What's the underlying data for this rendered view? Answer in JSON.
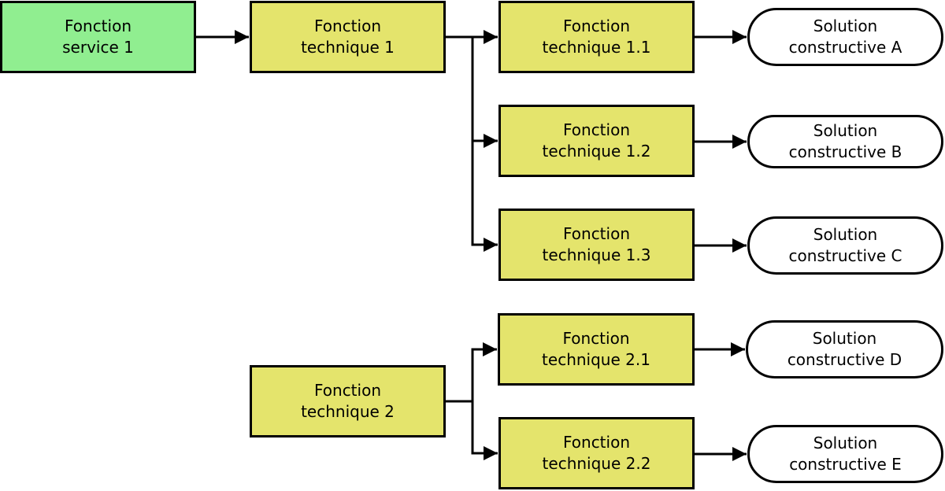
{
  "colors": {
    "service_fill": "#90ee90",
    "technique_fill": "#e4e46c",
    "solution_fill": "#ffffff",
    "stroke": "#000000"
  },
  "nodes": {
    "fs1": {
      "line1": "Fonction",
      "line2": "service 1"
    },
    "ft1": {
      "line1": "Fonction",
      "line2": "technique 1"
    },
    "ft11": {
      "line1": "Fonction",
      "line2": "technique 1.1"
    },
    "ft12": {
      "line1": "Fonction",
      "line2": "technique 1.2"
    },
    "ft13": {
      "line1": "Fonction",
      "line2": "technique 1.3"
    },
    "ft2": {
      "line1": "Fonction",
      "line2": "technique 2"
    },
    "ft21": {
      "line1": "Fonction",
      "line2": "technique 2.1"
    },
    "ft22": {
      "line1": "Fonction",
      "line2": "technique 2.2"
    },
    "sa": {
      "line1": "Solution",
      "line2": "constructive A"
    },
    "sb": {
      "line1": "Solution",
      "line2": "constructive B"
    },
    "sc": {
      "line1": "Solution",
      "line2": "constructive C"
    },
    "sd": {
      "line1": "Solution",
      "line2": "constructive D"
    },
    "se": {
      "line1": "Solution",
      "line2": "constructive E"
    }
  },
  "edges": [
    {
      "from": "fs1",
      "to": "ft1"
    },
    {
      "from": "ft1",
      "to": "ft11"
    },
    {
      "from": "ft1",
      "to": "ft12"
    },
    {
      "from": "ft1",
      "to": "ft13"
    },
    {
      "from": "ft2",
      "to": "ft21"
    },
    {
      "from": "ft2",
      "to": "ft22"
    },
    {
      "from": "ft11",
      "to": "sa"
    },
    {
      "from": "ft12",
      "to": "sb"
    },
    {
      "from": "ft13",
      "to": "sc"
    },
    {
      "from": "ft21",
      "to": "sd"
    },
    {
      "from": "ft22",
      "to": "se"
    }
  ]
}
